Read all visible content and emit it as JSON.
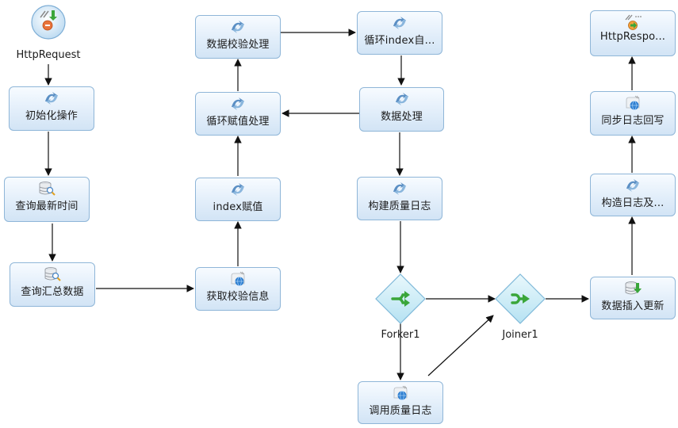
{
  "nodes": {
    "http_request": "HttpRequest",
    "init": "初始化操作",
    "query_latest": "查询最新时间",
    "query_summary": "查询汇总数据",
    "get_check_info": "获取校验信息",
    "index_assign": "index赋值",
    "loop_assign": "循环赋值处理",
    "data_check": "数据校验处理",
    "loop_index": "循环index自...",
    "data_process": "数据处理",
    "build_quality_log": "构建质量日志",
    "forker": "Forker1",
    "call_quality_log": "调用质量日志",
    "joiner": "Joiner1",
    "data_insert_update": "数据插入更新",
    "build_log": "构造日志及...",
    "sync_log_write": "同步日志回写",
    "http_response": "HttpRespo..."
  },
  "icons": {
    "http_request": "start-event-icon",
    "init": "script-gear-icon",
    "query_latest": "database-search-icon",
    "query_summary": "database-search-icon",
    "get_check_info": "web-service-globe-icon",
    "index_assign": "script-gear-icon",
    "loop_assign": "script-gear-icon",
    "data_check": "script-gear-icon",
    "loop_index": "script-gear-icon",
    "data_process": "script-gear-icon",
    "build_quality_log": "script-gear-icon",
    "forker": "fork-arrow-icon",
    "call_quality_log": "web-service-globe-icon",
    "joiner": "join-arrow-icon",
    "data_insert_update": "database-insert-icon",
    "build_log": "script-gear-icon",
    "sync_log_write": "web-service-globe-icon",
    "http_response": "response-arrow-icon"
  },
  "colors": {
    "node_border": "#8fb6d8",
    "node_fill_top": "#f7fbff",
    "node_fill_bottom": "#d2e4f5",
    "gateway_fill": "#c8ecf7",
    "gateway_arrow": "#3aa63a",
    "edge": "#111111"
  }
}
